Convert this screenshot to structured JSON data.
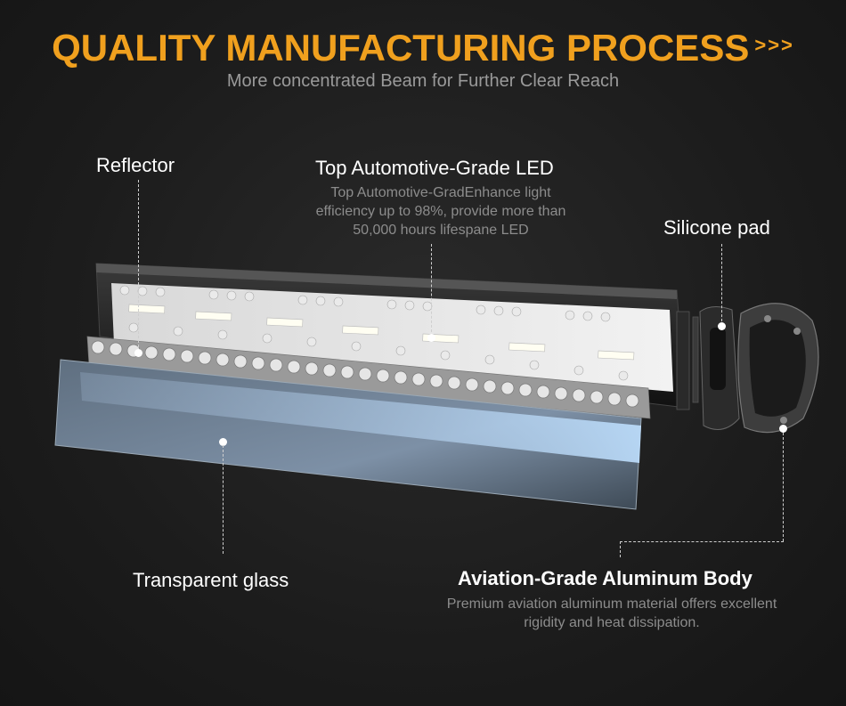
{
  "header": {
    "title": "QUALITY MANUFACTURING PROCESS",
    "arrows": ">>>",
    "subtitle": "More concentrated Beam for Further Clear Reach"
  },
  "callouts": {
    "reflector": {
      "label": "Reflector"
    },
    "led": {
      "label": "Top Automotive-Grade LED",
      "desc_line1": "Top Automotive-GradEnhance light",
      "desc_line2": "efficiency up to 98%, provide more than",
      "desc_line3": "50,000 hours lifespane LED"
    },
    "silicone": {
      "label": "Silicone pad"
    },
    "glass": {
      "label": "Transparent glass"
    },
    "aluminum": {
      "label": "Aviation-Grade Aluminum Body",
      "desc_line1": "Premium aviation aluminum material offers excellent",
      "desc_line2": "rigidity and heat dissipation."
    }
  },
  "colors": {
    "accent": "#f0a01e",
    "background": "#1e1e1e",
    "muted_text": "#8c8c8c"
  }
}
